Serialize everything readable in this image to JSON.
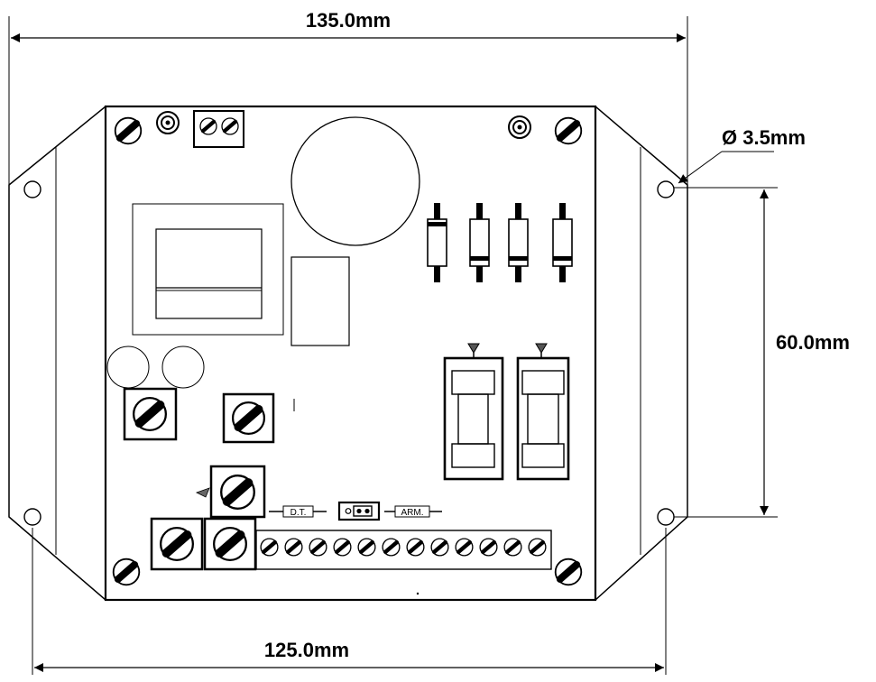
{
  "dimensions": {
    "overall_width": "135.0mm",
    "hole_spacing_width": "125.0mm",
    "hole_spacing_height": "60.0mm",
    "hole_diameter": "Ø 3.5mm"
  },
  "board_labels": {
    "dt_label": "D.T.",
    "arm_label": "ARM."
  },
  "colors": {
    "line": "#000000",
    "background": "#ffffff",
    "fuse_arrow_fill": "#555555"
  }
}
